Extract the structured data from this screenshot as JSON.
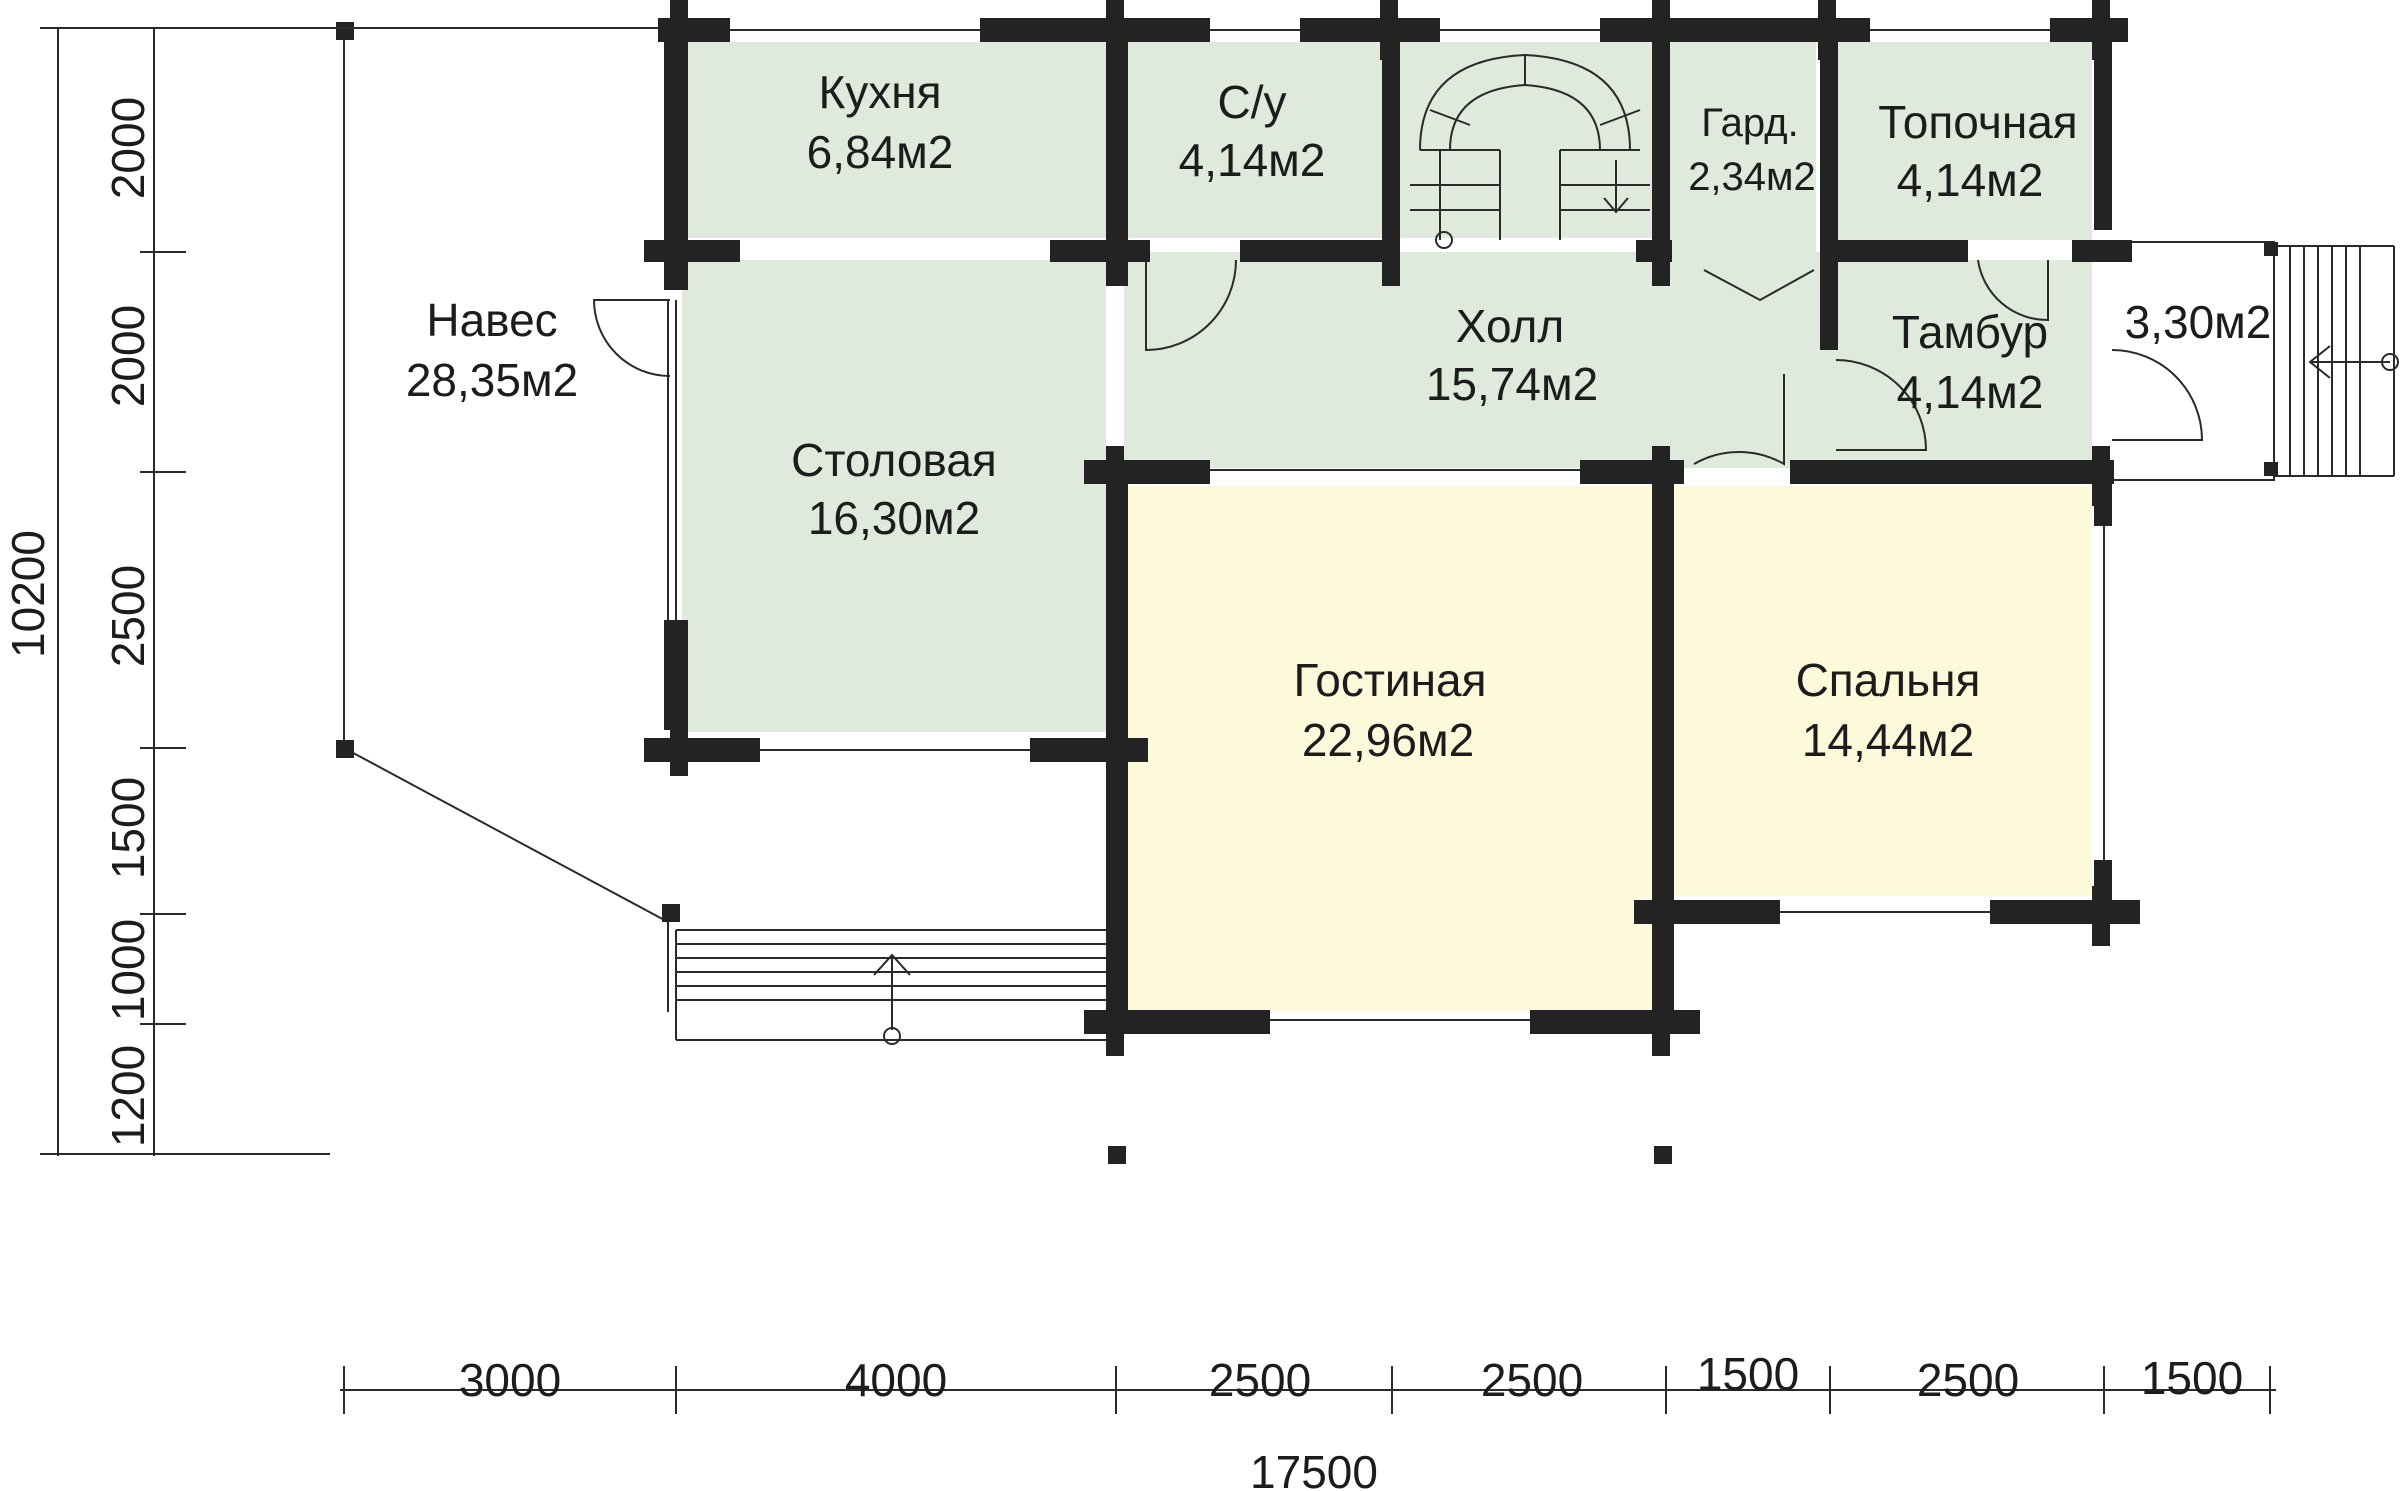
{
  "colors": {
    "room_green": "#dfe9dc",
    "room_yellow": "#fdfadc",
    "wall": "#232323",
    "line": "#2a2a2a"
  },
  "rooms": {
    "kitchen": {
      "name": "Кухня",
      "area": "6,84м2"
    },
    "bathroom": {
      "name": "С/у",
      "area": "4,14м2"
    },
    "wardrobe": {
      "name": "Гард.",
      "area": "2,34м2"
    },
    "boiler": {
      "name": "Топочная",
      "area": "4,14м2"
    },
    "hall": {
      "name": "Холл",
      "area": "15,74м2"
    },
    "vestibule": {
      "name": "Тамбур",
      "area": "4,14м2"
    },
    "porch": {
      "area": "3,30м2"
    },
    "canopy": {
      "name": "Навес",
      "area": "28,35м2"
    },
    "dining": {
      "name": "Столовая",
      "area": "16,30м2"
    },
    "living": {
      "name": "Гостиная",
      "area": "22,96м2"
    },
    "bedroom": {
      "name": "Спальня",
      "area": "14,44м2"
    }
  },
  "dimensions": {
    "horizontal": [
      "3000",
      "4000",
      "2500",
      "2500",
      "1500",
      "2500",
      "1500"
    ],
    "horizontal_total": "17500",
    "vertical": [
      "2000",
      "2000",
      "2500",
      "1500",
      "1000",
      "1200"
    ],
    "vertical_total": "10200"
  }
}
